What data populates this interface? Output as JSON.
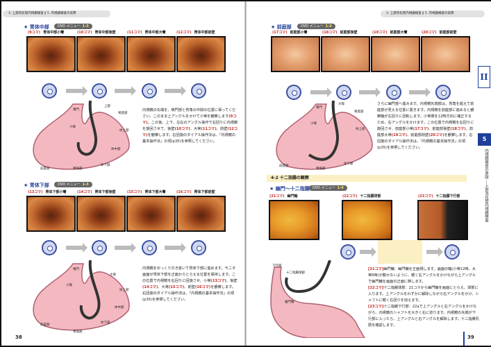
{
  "left_page": {
    "header": "3. 上部消化管内視鏡検査 ‖ 5. 内視鏡検査の実際",
    "page_number": "38",
    "sections": [
      {
        "title": "★ 胃体中部",
        "dvd": "DVD メニュー",
        "dvd_num": "1-3",
        "frames": [
          {
            "koma": "(9コマ)",
            "label": "胃体中部小彎"
          },
          {
            "koma": "(10コマ)",
            "label": "胃体中部後壁"
          },
          {
            "koma": "(11コマ)",
            "label": "胃体中部大彎"
          },
          {
            "koma": "(12コマ)",
            "label": "胃体中部前壁"
          }
        ],
        "text_a": "内視鏡の先端を、噴門部と胃角の中間の位置に保ってください。このまま上アングルをかけて小彎を観察します",
        "k1": "(9コマ)",
        "text_b": "。この後、上下、左右のアングル操作で右回りに内視鏡を旋回させて、後壁",
        "k2": "(10コマ)",
        "text_c": "、大彎",
        "k3": "(11コマ)",
        "text_d": "、前壁",
        "k4": "(12コマ)",
        "text_e": "を観察します。右回旋のダイアル操作法は、「内視鏡の基本操作法」の項(p35)を参照してください。",
        "diagram_labels": [
          "噴門",
          "上部",
          "胃底部",
          "小彎",
          "体上部",
          "体中部",
          "前庭部",
          "胃角部",
          "体下部"
        ]
      },
      {
        "title": "★ 胃体下部",
        "dvd": "DVD メニュー",
        "dvd_num": "1-3",
        "frames": [
          {
            "koma": "(13コマ)",
            "label": "胃体下部小彎"
          },
          {
            "koma": "(14コマ)",
            "label": "胃体下部後壁"
          },
          {
            "koma": "(15コマ)",
            "label": "胃体下部大彎"
          },
          {
            "koma": "(16コマ)",
            "label": "胃体下部前壁"
          }
        ],
        "text_a": "内視鏡をゆっくり引き抜いて胃体下部に進めます。モニタ画面が胃体下部を正面からとらえる位置を保持します。この位置で内視鏡を右回りに回旋させ、小彎",
        "k1": "(13コマ)",
        "text_b": "、後壁",
        "k2": "(14コマ)",
        "text_c": "、大彎",
        "k3": "(15コマ)",
        "text_d": "、前壁",
        "k4": "(16コマ)",
        "text_e": "を観察します。右回旋のダイアル操作法は、「内視鏡の基本操作法」の項(p35)を参照してください。",
        "diagram_labels": [
          "噴門",
          "小彎",
          "大彎",
          "体上部",
          "体中部",
          "前庭部",
          "胃角部",
          "体下部"
        ]
      }
    ]
  },
  "right_page": {
    "header": "3. 上部消化管内視鏡検査 ‖ 5. 内視鏡検査の実際",
    "page_number": "39",
    "antrum": {
      "title": "★ 前庭部",
      "dvd": "DVD メニュー",
      "dvd_num": "1-3",
      "frames": [
        {
          "koma": "(17コマ)",
          "label": "前庭部小彎"
        },
        {
          "koma": "(18コマ)",
          "label": "前庭部後壁"
        },
        {
          "koma": "(19コマ)",
          "label": "前庭部大彎"
        },
        {
          "koma": "(20コマ)",
          "label": "前庭部前壁"
        }
      ],
      "text_a": "さらに幽門部へ進みます。内視鏡先端部は、胃角を超えて前庭部が見える位置に置きます。内視鏡を前庭部に進めると観察軸が左回りに回転します。小彎側を12時方向に補正するため、右アングルをかけます。この位置で内視鏡を右回りに旋回させ、前庭部小彎",
      "k1": "(17コマ)",
      "text_b": "、前庭部後壁",
      "k2": "(18コマ)",
      "text_c": "、前庭部大彎",
      "k3": "(19コマ)",
      "text_d": "、前庭部前壁",
      "k4": "(20コマ)",
      "text_e": "を観察します。右回旋のダイアル操作法は、「内視鏡の基本操作法」の項(p35)を参照してください。",
      "diagram_labels": [
        "噴門",
        "小彎",
        "大彎",
        "胃底部",
        "体上部",
        "前庭部",
        "胃角部",
        "体下部"
      ]
    },
    "band": "4-2 十二指腸の観察",
    "duodenum": {
      "title": "★ 幽門〜十二指腸",
      "dvd": "DVD メニュー",
      "dvd_num": "1-4",
      "frames": [
        {
          "koma": "(21コマ)",
          "label": "幽門輪"
        },
        {
          "koma": "(22コマ)",
          "label": "十二指腸球部"
        },
        {
          "koma": "(23コマ)",
          "label": "十二指腸下行部"
        }
      ],
      "notes": [
        {
          "koma": "[21コマ]",
          "text": "幽門輪：幽門輪を正面視します。画面の軸(小彎12時、大彎6時)が動かないように、軽く右アングルをかけながら上アングルで幽門輪を画面の正面に移します。"
        },
        {
          "koma": "[22コマ]",
          "text": "十二指腸球部：21コマから幽門輪を画面にとらえ、球部に入ります。上アングルをわずかに解除しながら右アングルをかけ、シャフトに軽く右回りを加えます。"
        },
        {
          "koma": "[23コマ]",
          "text": "十二指腸下行部：22aで上アングルと右アングルをかけながら、内視鏡のシャフトを大きく右に捻ります。内視鏡の先端が下行部に入ったら、上アングルと右アングルを解除します。十二指腸乳頭を確認します。"
        }
      ],
      "diagram_labels": [
        "下行部",
        "十二指腸球部",
        "幽門輪"
      ]
    },
    "side_tab": {
      "roman": "II",
      "chapter": "5",
      "vertical": "内視鏡検査の実際 ―上部消化管内視鏡検査"
    }
  }
}
